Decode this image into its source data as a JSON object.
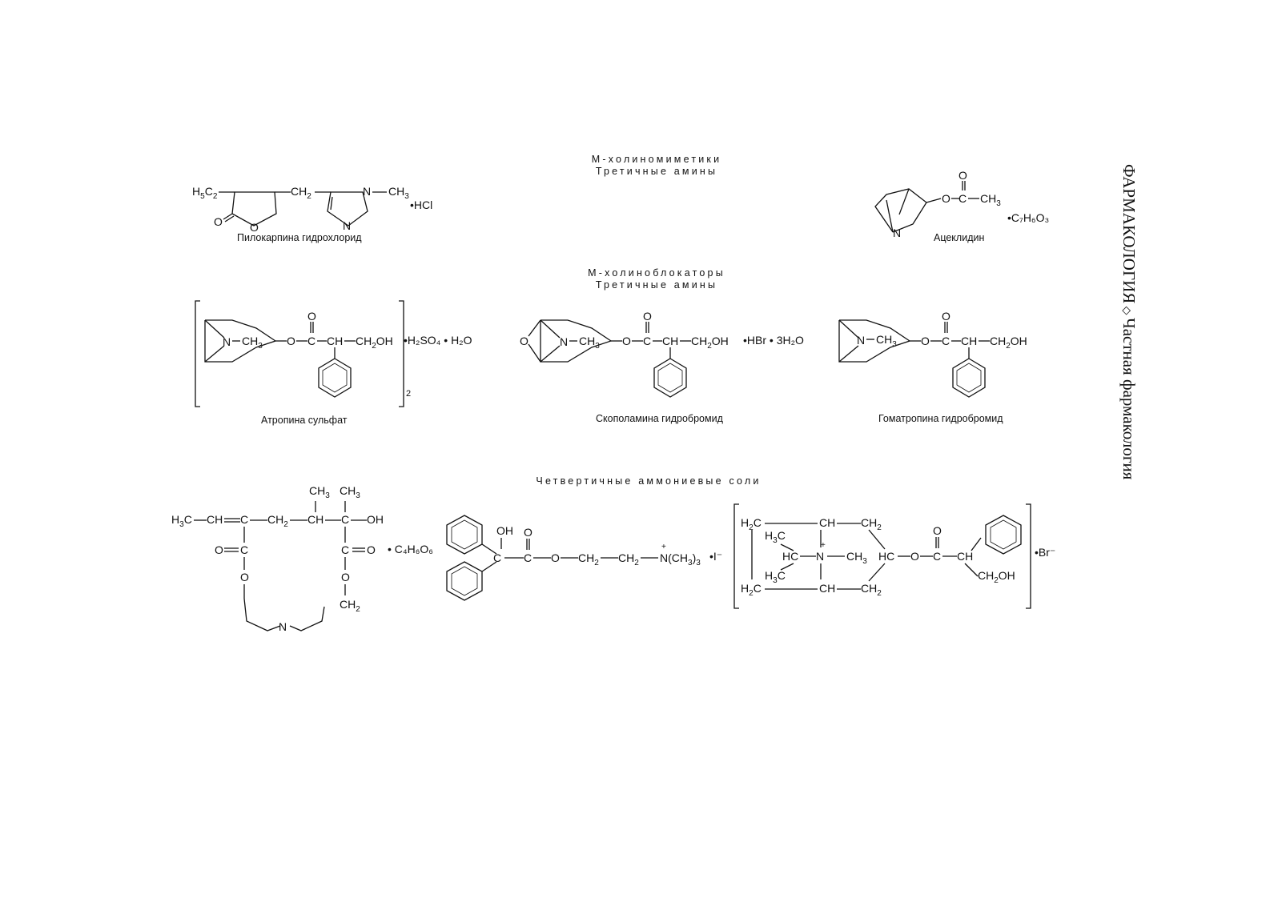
{
  "headers": {
    "agonists_line1": "М-холиномиметики",
    "agonists_line2": "Третичные амины",
    "blockers_line1": "М-холиноблокаторы",
    "blockers_line2": "Третичные амины",
    "quaternary": "Четвертичные аммониевые соли"
  },
  "compounds": {
    "pilocarpine": {
      "name": "Пилокарпина гидрохлорид",
      "salt": "•HCl"
    },
    "aceclidine": {
      "name": "Ацеклидин",
      "salt": "•C₇H₆O₃"
    },
    "atropine": {
      "name": "Атропина сульфат",
      "salt": "•H₂SO₄ • H₂O",
      "multiplier": "2"
    },
    "scopolamine": {
      "name": "Скополамина гидробромид",
      "salt": "•HBr • 3H₂O"
    },
    "homatropine": {
      "name": "Гоматропина гидробромид"
    },
    "platyphylline": {
      "salt": "• C₄H₆O₆"
    },
    "metocinium": {
      "salt": "•I⁻"
    },
    "quaternary_3": {
      "salt": "•Br⁻"
    }
  },
  "sidebar": {
    "book": "ФАРМАКОЛОГИЯ",
    "section": "Частная фармакология"
  }
}
